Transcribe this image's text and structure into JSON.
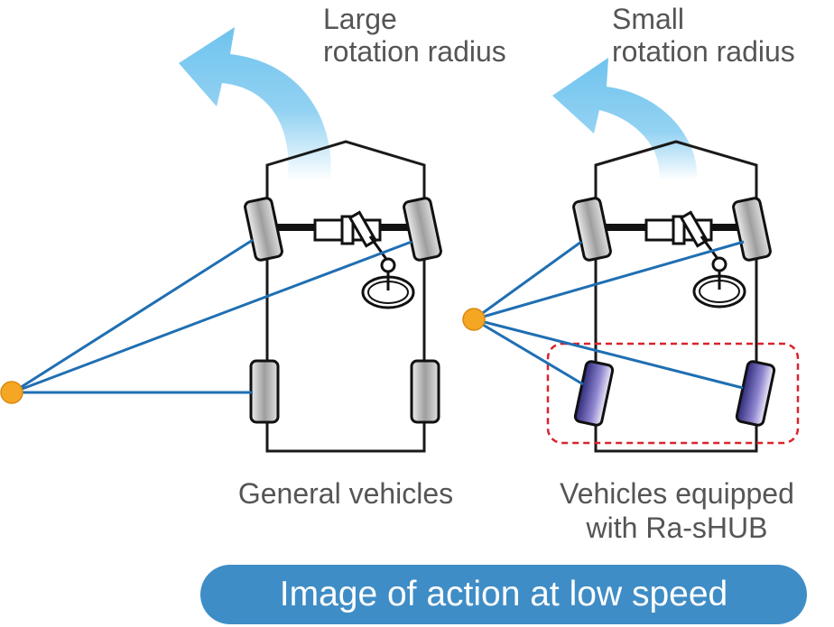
{
  "left": {
    "arrow_label_line1": "Large",
    "arrow_label_line2": "rotation radius",
    "caption": "General vehicles"
  },
  "right": {
    "arrow_label_line1": "Small",
    "arrow_label_line2": "rotation radius",
    "caption_line1": "Vehicles equipped",
    "caption_line2": "with Ra-sHUB"
  },
  "banner": {
    "text": "Image of action at low speed"
  },
  "colors": {
    "arrow": "#6fc3ee",
    "line": "#1f6fb2",
    "pivot": "#f5a623",
    "tire": "#bdbdbd",
    "rash_tire": "#5a4fb0",
    "highlight": "#d9232e",
    "banner": "#3f8dc6"
  }
}
